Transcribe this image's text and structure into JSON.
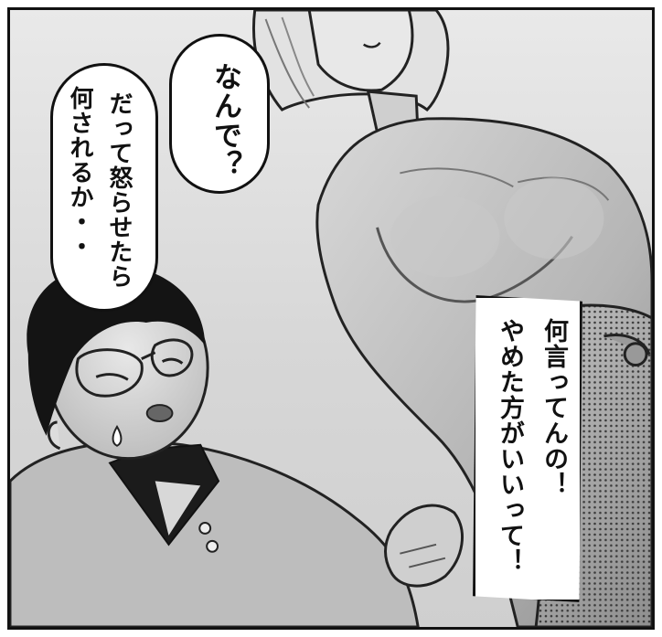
{
  "panel": {
    "bubbles": [
      {
        "text": "なんで？"
      },
      {
        "lines": [
          "だって怒らせたら",
          "何されるか・・"
        ]
      },
      {
        "lines": [
          "何言ってんの！",
          "やめた方がいいって！"
        ]
      }
    ]
  }
}
